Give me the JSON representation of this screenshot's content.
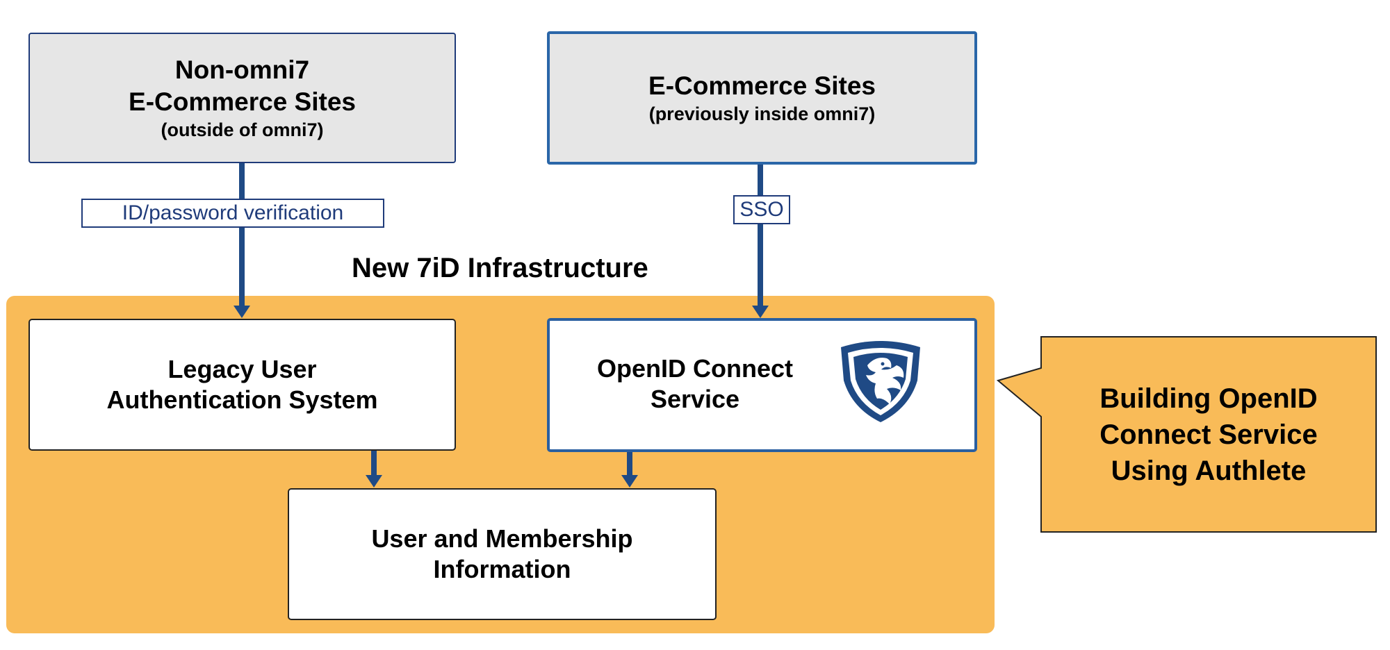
{
  "diagram": {
    "infrastructure": {
      "title": "New 7iD Infrastructure"
    },
    "nodes": {
      "non_omni7": {
        "line1": "Non-omni7",
        "line2": "E-Commerce Sites",
        "sub": "(outside of omni7)"
      },
      "ecommerce": {
        "line1": "E-Commerce Sites",
        "sub": "(previously inside omni7)"
      },
      "legacy_auth": {
        "line1": "Legacy User",
        "line2": "Authentication System"
      },
      "oidc_service": {
        "line1": "OpenID Connect",
        "line2": "Service",
        "logo_icon": "authlete-shield-griffin-logo"
      },
      "user_membership": {
        "line1": "User and Membership",
        "line2": "Information"
      }
    },
    "edges": {
      "non_omni7_to_legacy": {
        "label": "ID/password verification"
      },
      "ecommerce_to_oidc": {
        "label": "SSO"
      }
    },
    "callout": {
      "line1": "Building OpenID",
      "line2": "Connect Service",
      "line3": "Using Authlete"
    },
    "colors": {
      "infrastructure_fill": "#f9bb58",
      "callout_fill": "#f9bb58",
      "connector": "#1f4a85",
      "box_gray": "#e6e6e6",
      "logo_blue": "#1f4a85"
    }
  }
}
